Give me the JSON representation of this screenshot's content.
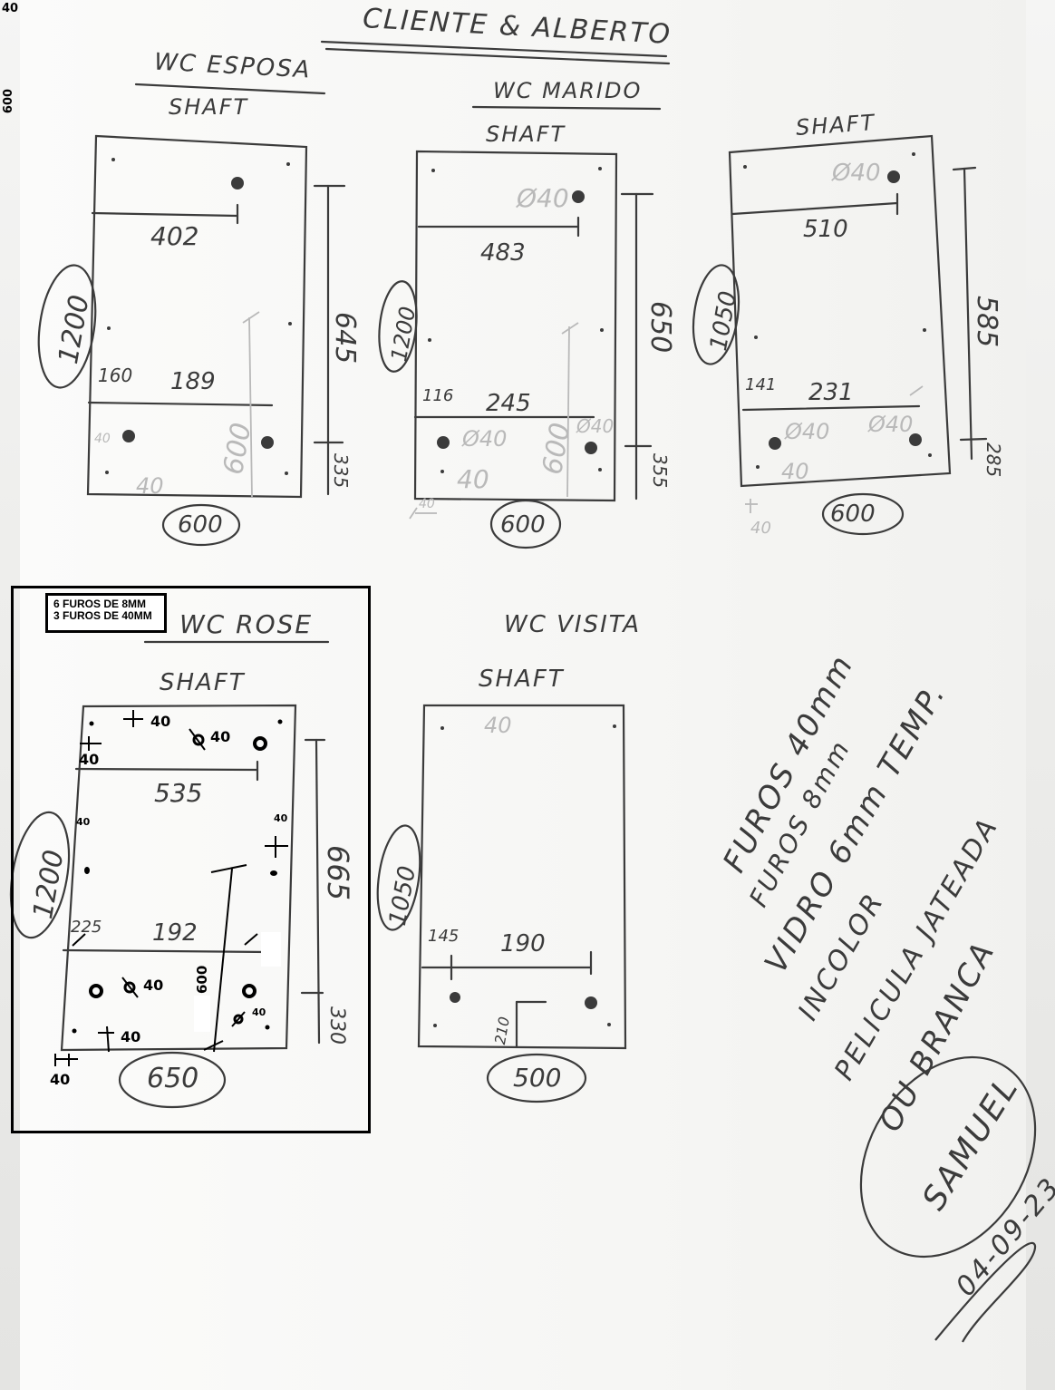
{
  "page": {
    "corner_marks": [
      "40",
      "600"
    ],
    "title": "CLIENTE & ALBERTO"
  },
  "panels": [
    {
      "label": "WC ESPOSA",
      "subtitle": "SHAFT",
      "height": "1200",
      "width": "600",
      "top_hole": "402",
      "lower_holes_left": "160",
      "lower_holes_span": "189",
      "upper_section": "645",
      "lower_section": "335",
      "edge_small": "40",
      "edge_bottom": "40",
      "pencil_diag": "600"
    },
    {
      "label": "WC MARIDO",
      "subtitle": "SHAFT",
      "height": "1200",
      "width": "600",
      "top_hole_diam": "Ø40",
      "top_hole": "483",
      "lower_holes_left": "116",
      "lower_holes_span": "245",
      "left_hole_diam": "Ø40",
      "right_hole_diam": "Ø40",
      "upper_section": "650",
      "lower_section": "355",
      "edge_bottom": "40",
      "edge_small": "40",
      "pencil_diag": "600"
    },
    {
      "label": "",
      "subtitle": "SHAFT",
      "height": "1050",
      "width": "600",
      "top_hole_diam": "Ø40",
      "top_hole": "510",
      "lower_holes_left": "141",
      "lower_holes_span": "231",
      "left_hole_diam": "Ø40",
      "right_hole_diam": "Ø40",
      "upper_section": "585",
      "lower_section": "285",
      "edge_bottom": "40",
      "edge_small": "40"
    },
    {
      "label": "WC ROSE",
      "subtitle": "SHAFT",
      "height": "1200",
      "width": "650",
      "top_hole": "535",
      "lower_holes_left": "225",
      "lower_holes_span": "192",
      "upper_section": "665",
      "lower_section": "330",
      "marks": [
        "40",
        "40",
        "40",
        "40",
        "40",
        "40",
        "40",
        "40",
        "40"
      ],
      "diag": "600"
    },
    {
      "label": "WC VISITA",
      "subtitle": "SHAFT",
      "height": "1050",
      "width": "500",
      "lower_holes_left": "145",
      "lower_holes_span": "190",
      "edge_top": "40",
      "drain_height": "210"
    }
  ],
  "overlay_note": {
    "line1": "6 FUROS DE 8MM",
    "line2": "3 FUROS DE 40MM"
  },
  "side_notes": [
    "FUROS 40mm",
    "FUROS 8mm",
    "VIDRO 6mm TEMP.",
    "INCOLOR",
    "PELICULA JATEADA",
    "OU BRANCA"
  ],
  "signature": {
    "name": "SAMUEL",
    "date": "04-09-23"
  },
  "colors": {
    "pen": "#3b3b3b",
    "pencil": "#b9b9b9",
    "ink": "#000000",
    "paper": "#f7f7f5"
  }
}
